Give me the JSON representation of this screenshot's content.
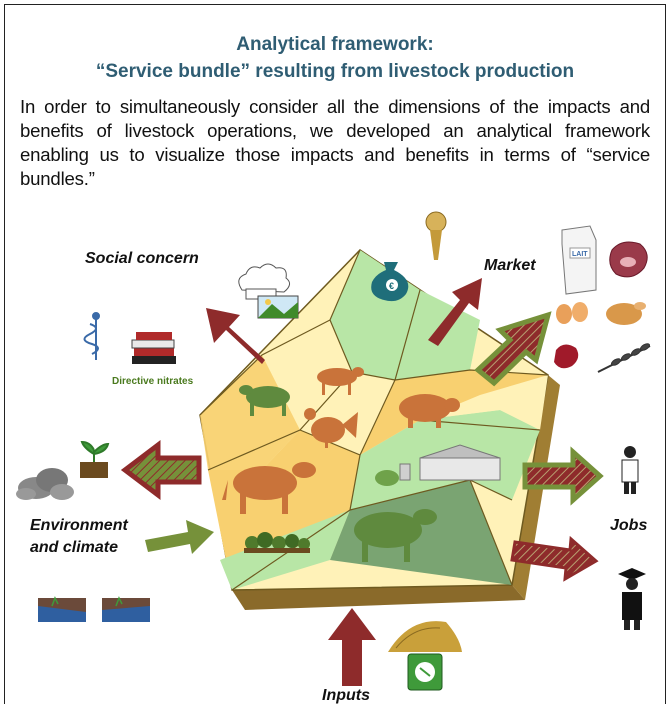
{
  "header": {
    "title_line1": "Analytical framework:",
    "title_line2": "“Service bundle” resulting from livestock production"
  },
  "intro": {
    "text": "In order to simultaneously consider all the dimensions of the impacts and benefits of livestock operations, we developed an analytical framework enabling us to visualize those impacts and benefits in terms of “service bundles.”"
  },
  "diagram": {
    "labels": {
      "social": "Social concern",
      "market": "Market",
      "environment_line1": "Environment",
      "environment_line2": "and climate",
      "jobs": "Jobs",
      "inputs": "Inputs",
      "nitrates": "Directive nitrates",
      "lait": "LAIT",
      "euro": "€"
    },
    "colors": {
      "arrow_red": "#8e2b2b",
      "arrow_green": "#76913a",
      "yellow_light": "#fff2b8",
      "yellow_mid": "#f8d070",
      "green_light": "#b8e6a6",
      "green_dark": "#7aa472",
      "animal_brown": "#c9733a",
      "animal_green": "#5f8a3e"
    },
    "icons": [
      "chef-hat-icon",
      "landscape-icon",
      "caduceus-icon",
      "books-icon",
      "money-bag-icon",
      "medal-icon",
      "milk-carton-icon",
      "meat-icon",
      "eggs-icon",
      "chicken-icon",
      "steak-icon",
      "wheat-icon",
      "cloud-icon",
      "plant-soil-icon",
      "soil-profile-icon",
      "doctor-icon",
      "graduate-icon",
      "grain-pile-icon",
      "fertilizer-bag-icon"
    ]
  }
}
